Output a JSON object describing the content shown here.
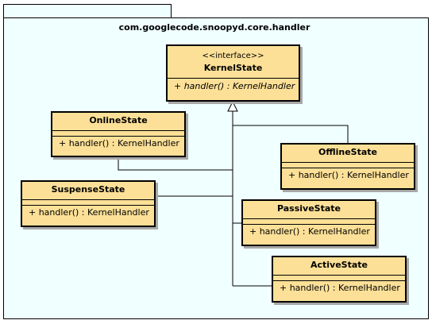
{
  "package": {
    "name": "com.googlecode.snoopyd.core.handler"
  },
  "classes": {
    "kernel": {
      "stereotype": "<<interface>>",
      "name": "KernelState",
      "op": "+ handler() : KernelHandler"
    },
    "online": {
      "name": "OnlineState",
      "op": "+ handler() : KernelHandler"
    },
    "offline": {
      "name": "OfflineState",
      "op": "+ handler() : KernelHandler"
    },
    "suspense": {
      "name": "SuspenseState",
      "op": "+ handler() : KernelHandler"
    },
    "passive": {
      "name": "PassiveState",
      "op": "+ handler() : KernelHandler"
    },
    "active": {
      "name": "ActiveState",
      "op": "+ handler() : KernelHandler"
    }
  },
  "colors": {
    "package_fill": "#f0ffff",
    "class_fill": "#fce097",
    "line": "#000000",
    "shadow": "#a8a8a8"
  }
}
